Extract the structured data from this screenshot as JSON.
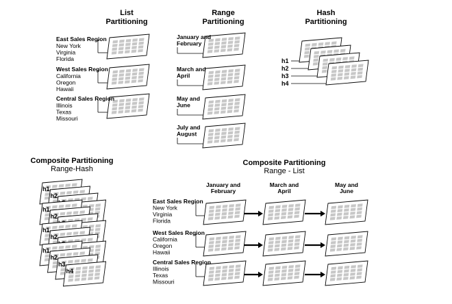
{
  "list": {
    "title1": "List",
    "title2": "Partitioning",
    "groups": [
      {
        "label": "East Sales Region",
        "items": [
          "New York",
          "Virginia",
          "Florida"
        ]
      },
      {
        "label": "West Sales Region",
        "items": [
          "California",
          "Oregon",
          "Hawaii"
        ]
      },
      {
        "label": "Central Sales Region",
        "items": [
          "Illinois",
          "Texas",
          "Missouri"
        ]
      }
    ]
  },
  "range": {
    "title1": "Range",
    "title2": "Partitioning",
    "groups": [
      {
        "lines": [
          "January and",
          "February"
        ]
      },
      {
        "lines": [
          "March and",
          "April"
        ]
      },
      {
        "lines": [
          "May and",
          "June"
        ]
      },
      {
        "lines": [
          "July and",
          "August"
        ]
      }
    ]
  },
  "hash": {
    "title1": "Hash",
    "title2": "Partitioning",
    "labels": [
      "h1",
      "h2",
      "h3",
      "h4"
    ]
  },
  "range_hash": {
    "title1": "Composite Partitioning",
    "title2": "Range-Hash",
    "labels": [
      "h1",
      "h2",
      "h3",
      "h4"
    ]
  },
  "range_list": {
    "title1": "Composite Partitioning",
    "title2": "Range - List",
    "columns": [
      {
        "lines": [
          "January and",
          "February"
        ]
      },
      {
        "lines": [
          "March and",
          "April"
        ]
      },
      {
        "lines": [
          "May and",
          "June"
        ]
      }
    ],
    "rows": [
      {
        "label": "East Sales Region",
        "items": [
          "New York",
          "Virginia",
          "Florida"
        ]
      },
      {
        "label": "West Sales Region",
        "items": [
          "California",
          "Oregon",
          "Hawaii"
        ]
      },
      {
        "label": "Central Sales Region",
        "items": [
          "Illinois",
          "Texas",
          "Missouri"
        ]
      }
    ]
  }
}
